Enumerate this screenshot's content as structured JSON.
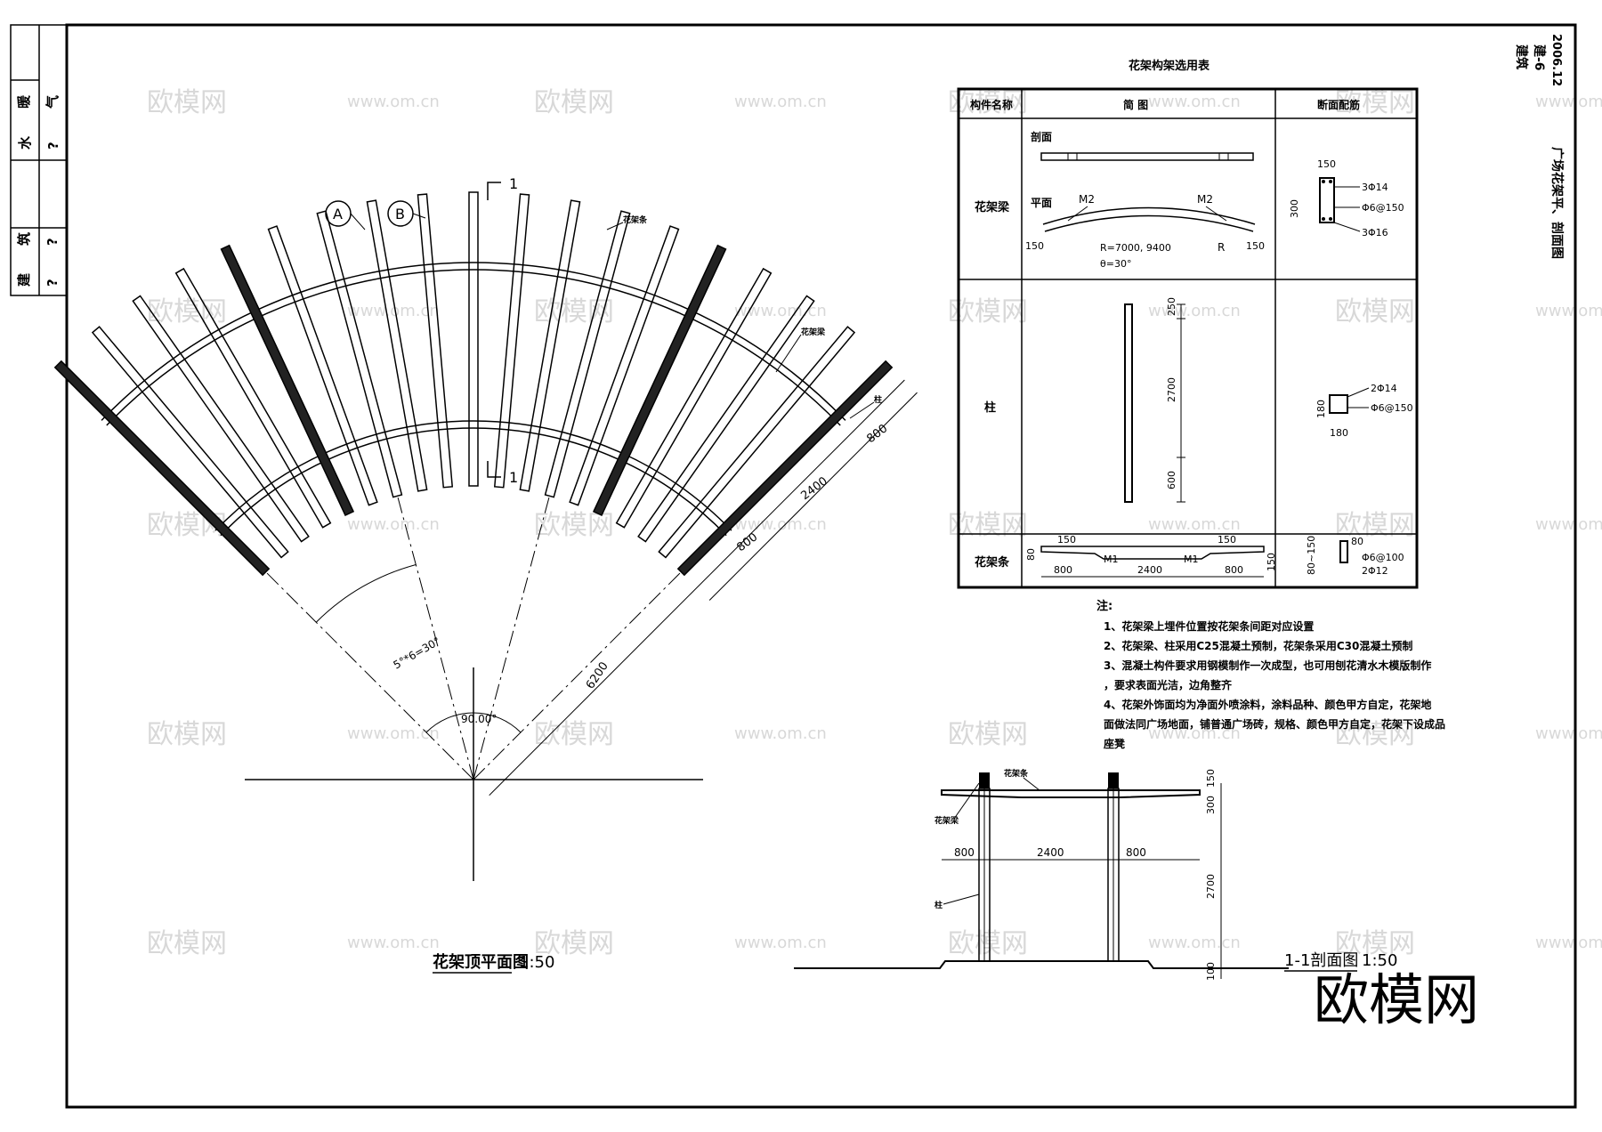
{
  "watermark": {
    "cn": "欧模网",
    "url": "www.om.cn"
  },
  "big_logo": "欧模网",
  "title_block": {
    "left_labels": [
      {
        "a": "暖",
        "b": "气"
      },
      {
        "a": "水",
        "b": "?"
      },
      {
        "a": "筑",
        "b": "?"
      },
      {
        "a": "建",
        "b": "?"
      }
    ],
    "right_sheet": "建筑",
    "right_num": "建-6",
    "right_date": "2006.12",
    "right_title": "广场花架平、剖面图"
  },
  "plan": {
    "section_num_top": "1",
    "section_num_bottom": "1",
    "axis_a": "A",
    "axis_b": "B",
    "label_strip": "花架条",
    "label_beam": "花架梁",
    "label_col": "柱",
    "dim_800a": "800",
    "dim_2400": "2400",
    "dim_800b": "800",
    "dim_6200": "6200",
    "angle_small": "5°*6=30°",
    "angle_big": "90.00°",
    "title": "花架顶平面图",
    "scale": "1:50"
  },
  "table": {
    "title": "花架构架选用表",
    "headers": [
      "构件名称",
      "简    图",
      "断面配筋"
    ],
    "rows": [
      {
        "name": "花架梁",
        "section_label": "剖面",
        "plan_label": "平面",
        "m2a": "M2",
        "m2b": "M2",
        "d150a": "150",
        "d150b": "150",
        "R_letter": "R",
        "radius": "R=7000, 9400",
        "theta": "θ=30°",
        "rebar": [
          "150",
          "300",
          "3Φ14",
          "Φ6@150",
          "3Φ16"
        ]
      },
      {
        "name": "柱",
        "d250": "250",
        "d2700": "2700",
        "d600": "600",
        "rebar": [
          "2Φ14",
          "Φ6@150",
          "180",
          "180"
        ]
      },
      {
        "name": "花架条",
        "d150a": "150",
        "d150b": "150",
        "d80": "80",
        "d150v": "150",
        "m1a": "M1",
        "m1b": "M1",
        "d800a": "800",
        "d2400": "2400",
        "d800b": "800",
        "rebar": [
          "80",
          "80~150",
          "Φ6@100",
          "2Φ12"
        ]
      }
    ]
  },
  "notes": {
    "title": "注:",
    "items": [
      "1、花架梁上埋件位置按花架条间距对应设置",
      "2、花架梁、柱采用C25混凝土预制，花架条采用C30混凝土预制",
      "3、混凝土构件要求用钢模制作一次成型，也可用刨花清水木模版制作",
      "，要求表面光洁，边角整齐",
      "4、花架外饰面均为净面外喷涂料，涂料品种、颜色甲方自定，花架地",
      "面做法同广场地面，铺普通广场砖，规格、颜色甲方自定，花架下设成品",
      "座凳"
    ]
  },
  "section": {
    "label_strip": "花架条",
    "label_beam": "花架梁",
    "label_col": "柱",
    "d800a": "800",
    "d2400": "2400",
    "d800b": "800",
    "v150": "150",
    "v300": "300",
    "v2700": "2700",
    "v100": "100",
    "title": "1-1剖面图",
    "scale": "1:50"
  }
}
